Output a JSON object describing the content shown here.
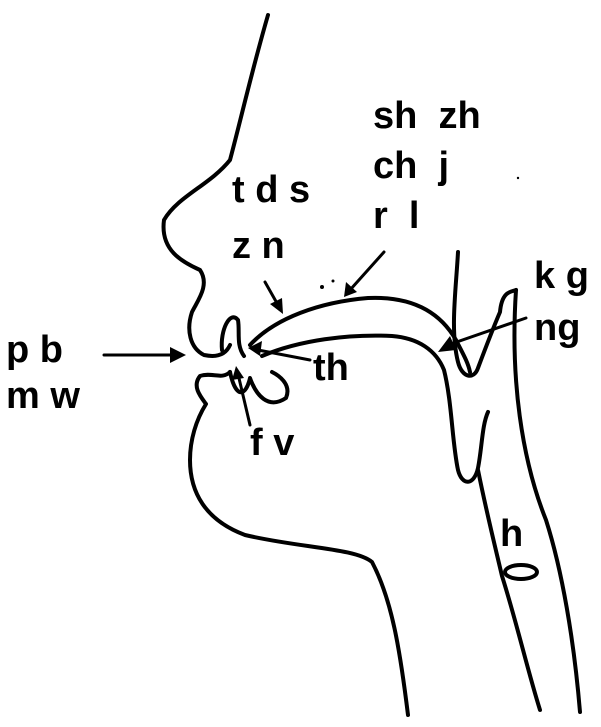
{
  "labels": {
    "bilabial_line1": "p b",
    "bilabial_line2": "m w",
    "alveolar_line1": "t d s",
    "alveolar_line2": "z n",
    "postalveolar_line1": "sh  zh",
    "postalveolar_line2": "ch  j",
    "liquids": "r  l",
    "velar_line1": "k g",
    "velar_line2": "ng",
    "dental": "th",
    "labiodental": "f v",
    "glottal": "h"
  }
}
